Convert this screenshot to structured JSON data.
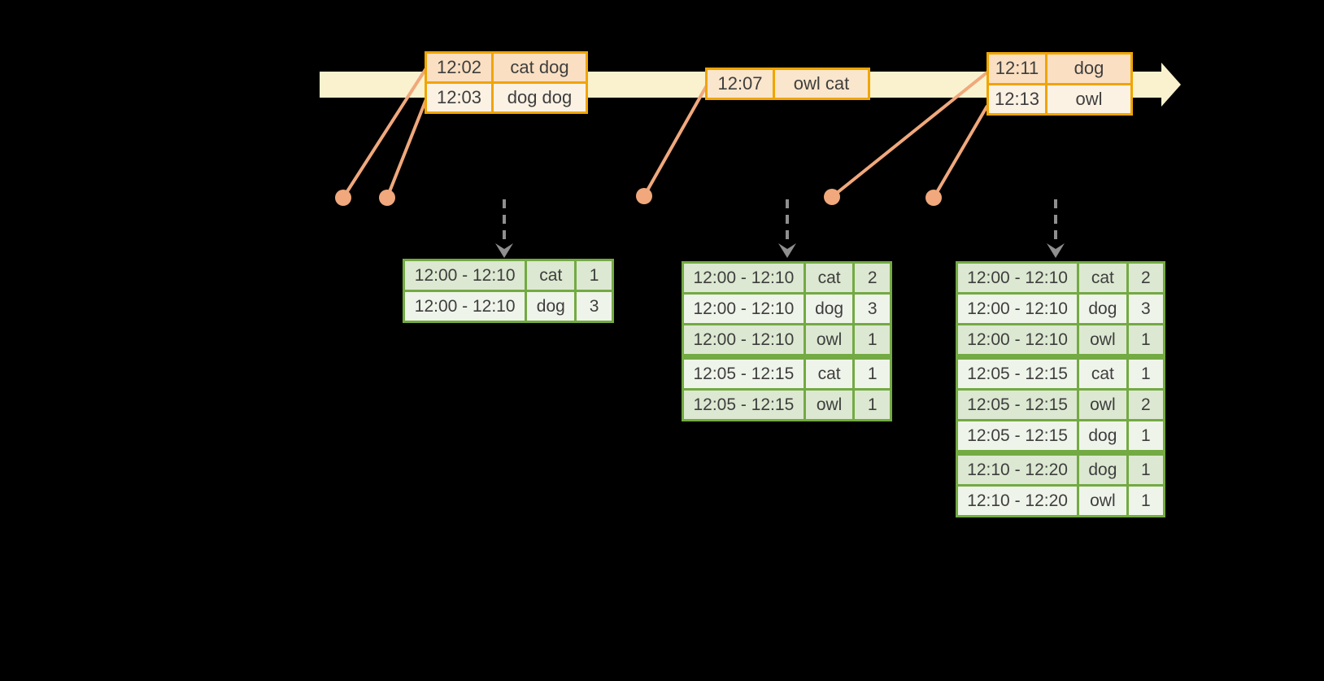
{
  "colors": {
    "background": "#000000",
    "timeline_band": "#FAF2CE",
    "event_border": "#F0A500",
    "event_row_dark": "#FADFC2",
    "event_row_light": "#FCF2E4",
    "event_row_mid": "#FAE6CC",
    "connector": "#F0A87C",
    "trigger_arrow": "#8F8F8F",
    "table_border": "#73AA43",
    "table_row_dark": "#DCE8D1",
    "table_row_light": "#EFF4EA",
    "text": "#3E3E3E"
  },
  "event_boxes": [
    {
      "rows": [
        {
          "time": "12:02",
          "words": "cat dog"
        },
        {
          "time": "12:03",
          "words": "dog dog"
        }
      ]
    },
    {
      "rows": [
        {
          "time": "12:07",
          "words": "owl cat"
        }
      ]
    },
    {
      "rows": [
        {
          "time": "12:11",
          "words": "dog"
        },
        {
          "time": "12:13",
          "words": "owl"
        }
      ]
    }
  ],
  "result_tables": [
    {
      "rows": [
        {
          "window": "12:00 - 12:10",
          "word": "cat",
          "count": "1"
        },
        {
          "window": "12:00 - 12:10",
          "word": "dog",
          "count": "3"
        }
      ]
    },
    {
      "rows": [
        {
          "window": "12:00 - 12:10",
          "word": "cat",
          "count": "2"
        },
        {
          "window": "12:00 - 12:10",
          "word": "dog",
          "count": "3"
        },
        {
          "window": "12:00 - 12:10",
          "word": "owl",
          "count": "1"
        },
        {
          "window": "12:05 - 12:15",
          "word": "cat",
          "count": "1"
        },
        {
          "window": "12:05 - 12:15",
          "word": "owl",
          "count": "1"
        }
      ]
    },
    {
      "rows": [
        {
          "window": "12:00 - 12:10",
          "word": "cat",
          "count": "2"
        },
        {
          "window": "12:00 - 12:10",
          "word": "dog",
          "count": "3"
        },
        {
          "window": "12:00 - 12:10",
          "word": "owl",
          "count": "1"
        },
        {
          "window": "12:05 - 12:15",
          "word": "cat",
          "count": "1"
        },
        {
          "window": "12:05 - 12:15",
          "word": "owl",
          "count": "2"
        },
        {
          "window": "12:05 - 12:15",
          "word": "dog",
          "count": "1"
        },
        {
          "window": "12:10 - 12:20",
          "word": "dog",
          "count": "1"
        },
        {
          "window": "12:10 - 12:20",
          "word": "owl",
          "count": "1"
        }
      ]
    }
  ]
}
